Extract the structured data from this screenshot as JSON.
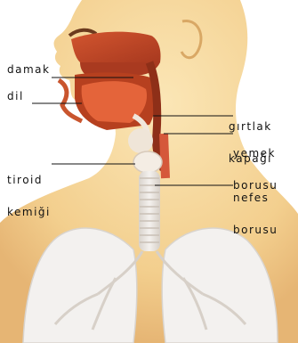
{
  "labels": {
    "damak": "damak",
    "dil": "dil",
    "tiroid": [
      "tiroid",
      "kemiği"
    ],
    "girtlak_kapagi": [
      "gırtlak",
      "kapağı"
    ],
    "yemek_borusu": [
      "yemek",
      "borusu"
    ],
    "nefes_borusu": [
      "nefes",
      "borusu"
    ]
  },
  "colors": {
    "skin": "#f6d79a",
    "skin_dark": "#e7b66f",
    "mouth": "#c0492a",
    "tongue": "#dd5a2c",
    "lung": "#f2f0ee",
    "trachea": "#e8e4df",
    "line": "#111111"
  }
}
